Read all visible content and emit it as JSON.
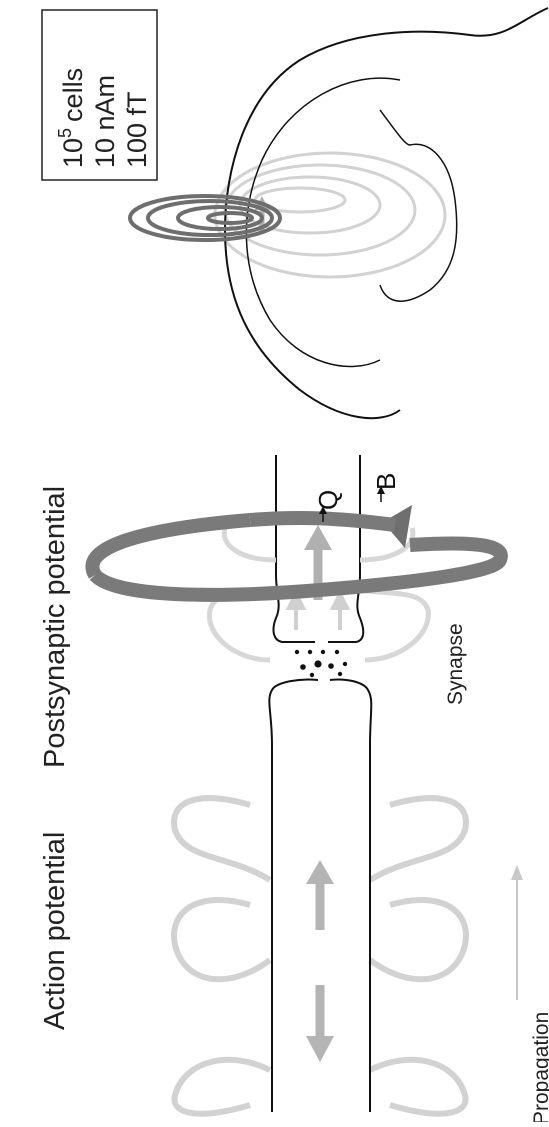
{
  "labels": {
    "action_potential": "Action potential",
    "postsynaptic_potential": "Postsynaptic potential",
    "synapse": "Synapse",
    "propagation": "Propagation",
    "q_vector": "Q",
    "b_vector": "B"
  },
  "scale_box": {
    "cells_base": "10",
    "cells_exponent": "5",
    "cells_unit": "cells",
    "current": "10 nAm",
    "field": "100 fT"
  },
  "colors": {
    "ink": "#111111",
    "ring": "#7a7a7a",
    "current_light": "#cfcfcf",
    "arrow_mid": "#a9a9a9"
  }
}
